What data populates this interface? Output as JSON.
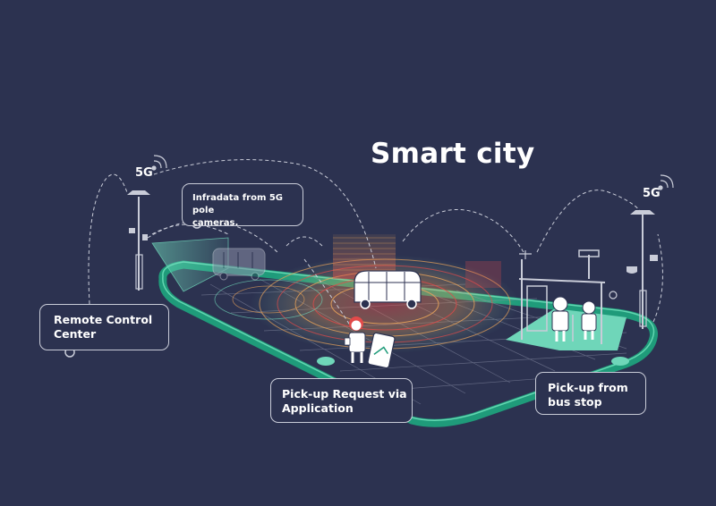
{
  "title": "Smart city",
  "signal_labels": {
    "left": "5G",
    "right": "5G"
  },
  "callouts": {
    "remote_control": "Remote Control\nCenter",
    "infradata": "Infradata from 5G pole\ncameras.",
    "pickup_request": "Pick-up Request via\nApplication",
    "bus_stop": "Pick-up from\nbus stop"
  },
  "colors": {
    "background": "#2c3250",
    "road": "#1f9b7a",
    "road_edge": "#62d6b1",
    "line": "#c9ccd8",
    "accent_red": "#e24a4a",
    "accent_mint": "#6fd6b9"
  }
}
